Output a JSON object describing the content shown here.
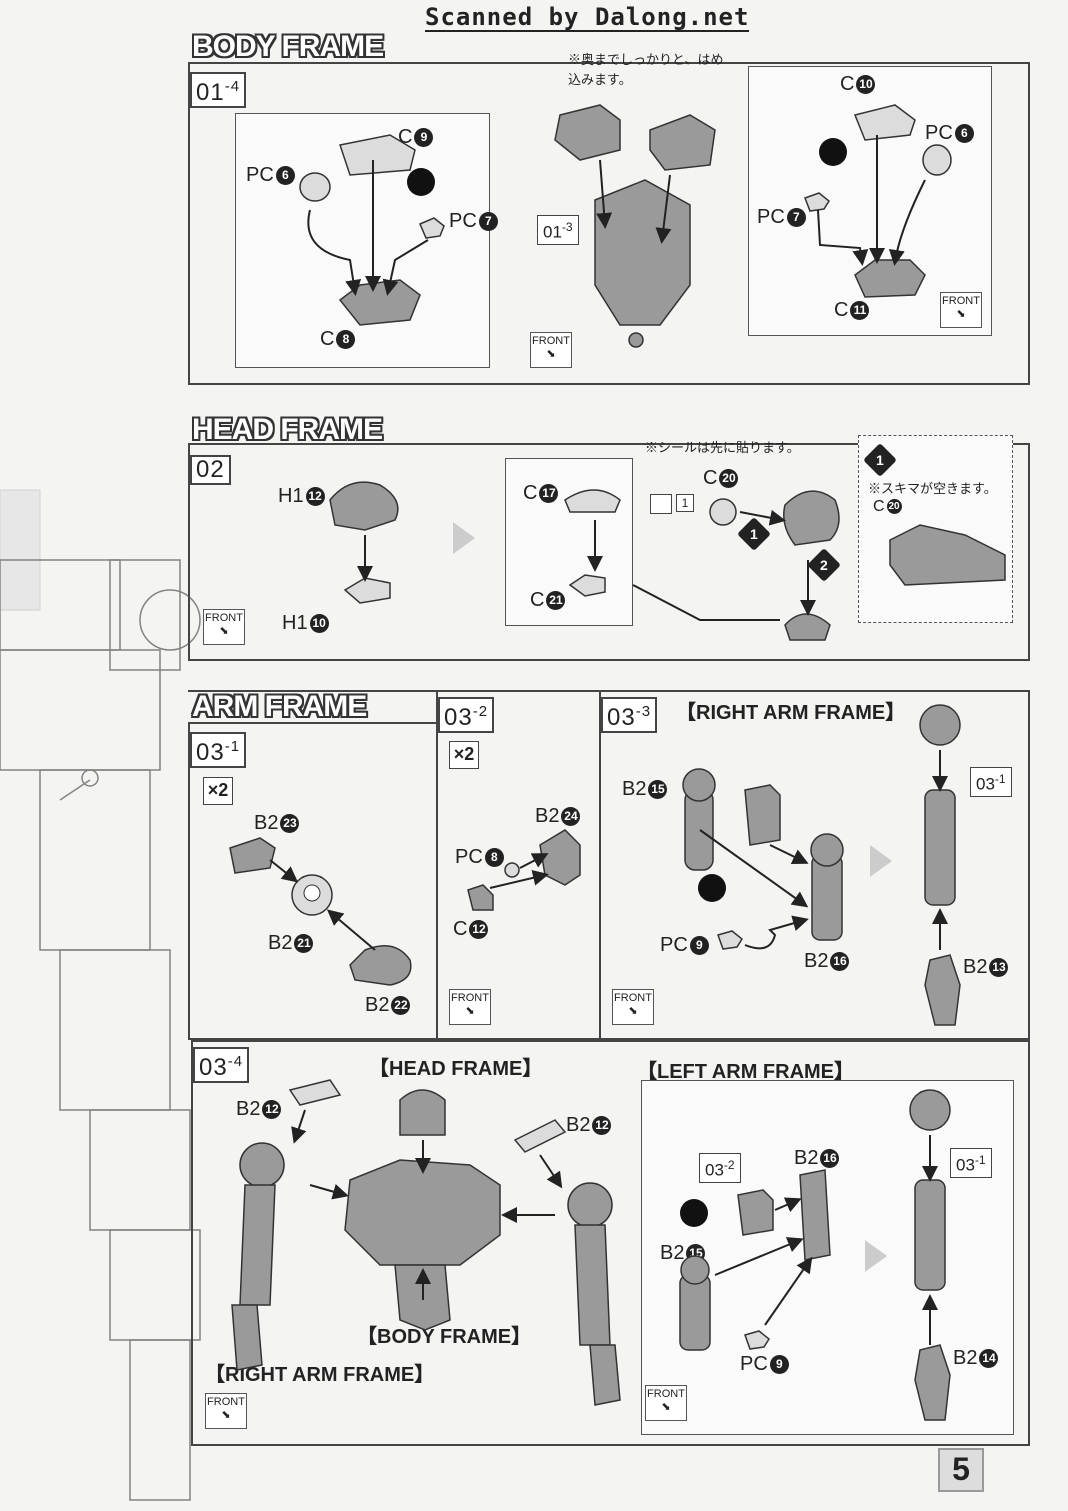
{
  "watermark": "Scanned by Dalong.net",
  "page_number": "5",
  "front_label": "FRONT",
  "sections": {
    "body": {
      "title": "BODY FRAME",
      "step": "01",
      "step_sup": "-4",
      "note": "※奥までしっかりと、はめ込みます。",
      "ref": "01",
      "ref_sup": "-3",
      "left": {
        "c9": "C",
        "c9n": "9",
        "pc6": "PC",
        "pc6n": "6",
        "pc7": "PC",
        "pc7n": "7",
        "c8": "C",
        "c8n": "8"
      },
      "right": {
        "c10": "C",
        "c10n": "10",
        "pc6": "PC",
        "pc6n": "6",
        "pc7": "PC",
        "pc7n": "7",
        "c11": "C",
        "c11n": "11"
      }
    },
    "head": {
      "title": "HEAD FRAME",
      "step": "02",
      "note": "※シールは先に貼ります。",
      "gap_note": "※スキマが空きます。",
      "h112": "H1",
      "h112n": "12",
      "h110": "H1",
      "h110n": "10",
      "c17": "C",
      "c17n": "17",
      "c21": "C",
      "c21n": "21",
      "c20": "C",
      "c20n": "20",
      "c20b": "C",
      "c20bn": "20",
      "sticker": "1",
      "badge1": "1",
      "badge2": "2"
    },
    "arm": {
      "title": "ARM FRAME",
      "step1": "03",
      "step1_sup": "-1",
      "step2": "03",
      "step2_sup": "-2",
      "step3": "03",
      "step3_sup": "-3",
      "step3_title": "【RIGHT ARM FRAME】",
      "x2": "×2",
      "s1": {
        "b223": "B2",
        "b223n": "23",
        "b221": "B2",
        "b221n": "21",
        "b222": "B2",
        "b222n": "22"
      },
      "s2": {
        "b224": "B2",
        "b224n": "24",
        "pc8": "PC",
        "pc8n": "8",
        "c12": "C",
        "c12n": "12"
      },
      "s3": {
        "b215": "B2",
        "b215n": "15",
        "pc9": "PC",
        "pc9n": "9",
        "b216": "B2",
        "b216n": "16",
        "b213": "B2",
        "b213n": "13",
        "ref": "03",
        "ref_sup": "-1"
      }
    },
    "final": {
      "step": "03",
      "step_sup": "-4",
      "head_frame": "【HEAD FRAME】",
      "body_frame": "【BODY FRAME】",
      "right_arm": "【RIGHT ARM FRAME】",
      "left_arm": "【LEFT ARM FRAME】",
      "b212a": "B2",
      "b212an": "12",
      "b212b": "B2",
      "b212bn": "12",
      "la": {
        "ref2": "03",
        "ref2_sup": "-2",
        "b216": "B2",
        "b216n": "16",
        "b215": "B2",
        "b215n": "15",
        "pc9": "PC",
        "pc9n": "9",
        "ref1": "03",
        "ref1_sup": "-1",
        "b214": "B2",
        "b214n": "14"
      }
    }
  }
}
